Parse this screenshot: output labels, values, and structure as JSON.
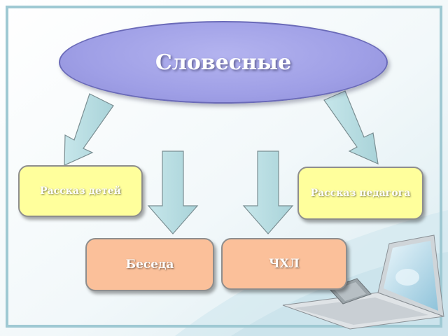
{
  "diagram": {
    "root": {
      "label": "Словесные"
    },
    "children": [
      {
        "id": "child-story",
        "label": "Рассказ детей"
      },
      {
        "id": "teacher-story",
        "label": "Рассказ педагога"
      },
      {
        "id": "conversation",
        "label": "Беседа"
      },
      {
        "id": "reading",
        "label": "ЧХЛ"
      }
    ]
  },
  "colors": {
    "ellipse_fill": "#a3a3e8",
    "arrow_fill": "#b7dee3",
    "yellow_box": "#ffff9c",
    "orange_box": "#fbc09a",
    "frame": "#9fc9d3"
  },
  "decor": {
    "icon": "laptop-icon"
  }
}
